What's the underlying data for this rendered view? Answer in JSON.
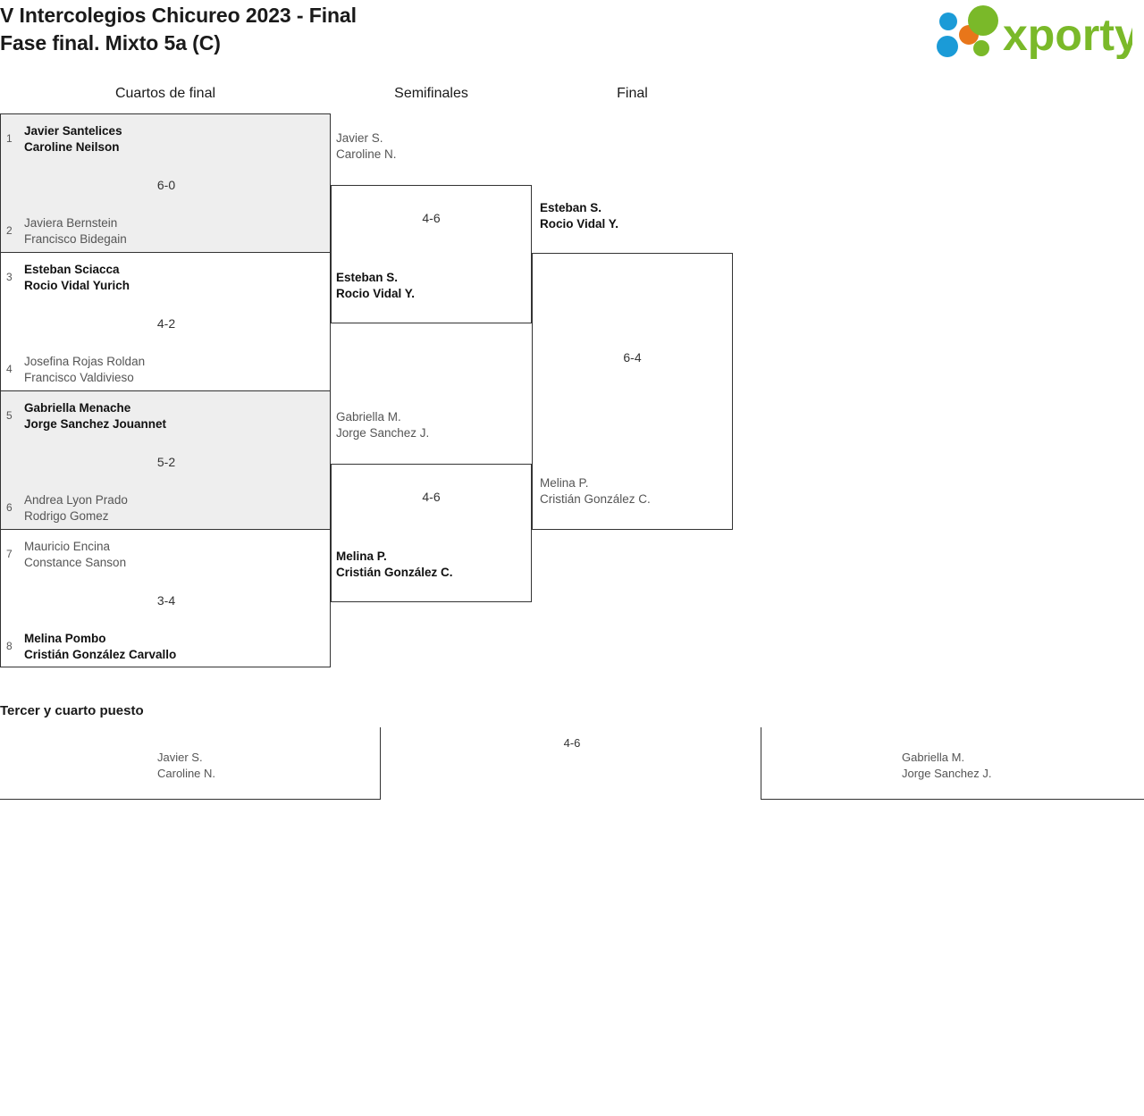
{
  "header": {
    "title_line1": "V Intercolegios Chicureo 2023 - Final",
    "title_line2": "Fase final. Mixto 5a (C)",
    "logo_text": "xporty"
  },
  "rounds": [
    {
      "label": "Cuartos de final"
    },
    {
      "label": "Semifinales"
    },
    {
      "label": "Final"
    }
  ],
  "quarterfinals": [
    {
      "seed_top": "1",
      "seed_bot": "2",
      "top_p1": "Javier Santelices",
      "top_p2": "Caroline Neilson",
      "bot_p1": "Javiera Bernstein",
      "bot_p2": "Francisco Bidegain",
      "score": "6-0"
    },
    {
      "seed_top": "3",
      "seed_bot": "4",
      "top_p1": "Esteban Sciacca",
      "top_p2": "Rocio Vidal Yurich",
      "bot_p1": "Josefina Rojas Roldan",
      "bot_p2": "Francisco Valdivieso",
      "score": "4-2"
    },
    {
      "seed_top": "5",
      "seed_bot": "6",
      "top_p1": "Gabriella Menache",
      "top_p2": "Jorge Sanchez Jouannet",
      "bot_p1": "Andrea Lyon Prado",
      "bot_p2": "Rodrigo Gomez",
      "score": "5-2"
    },
    {
      "seed_top": "7",
      "seed_bot": "8",
      "top_p1": "Mauricio Encina",
      "top_p2": "Constance Sanson",
      "bot_p1": "Melina Pombo",
      "bot_p2": "Cristián González Carvallo",
      "score": "3-4"
    }
  ],
  "semifinals": [
    {
      "top_p1": "Javier S.",
      "top_p2": "Caroline N.",
      "bot_p1": "Esteban S.",
      "bot_p2": "Rocio Vidal Y.",
      "score": "4-6"
    },
    {
      "top_p1": "Gabriella M.",
      "top_p2": "Jorge Sanchez J.",
      "bot_p1": "Melina P.",
      "bot_p2": "Cristián González C.",
      "score": "4-6"
    }
  ],
  "final": {
    "top_p1": "Esteban S.",
    "top_p2": "Rocio Vidal Y.",
    "bot_p1": "Melina P.",
    "bot_p2": "Cristián González C.",
    "score": "6-4"
  },
  "third_place": {
    "title": "Tercer y cuarto puesto",
    "left_p1": "Javier S.",
    "left_p2": "Caroline N.",
    "right_p1": "Gabriella M.",
    "right_p2": "Jorge Sanchez J.",
    "score": "4-6"
  },
  "colors": {
    "shaded_row": "#eeeeee",
    "border": "#333333",
    "winner_text": "#111111",
    "loser_text": "#555555",
    "logo_green": "#7ab929",
    "logo_blue": "#1b9bd7",
    "logo_orange": "#e8761a"
  }
}
